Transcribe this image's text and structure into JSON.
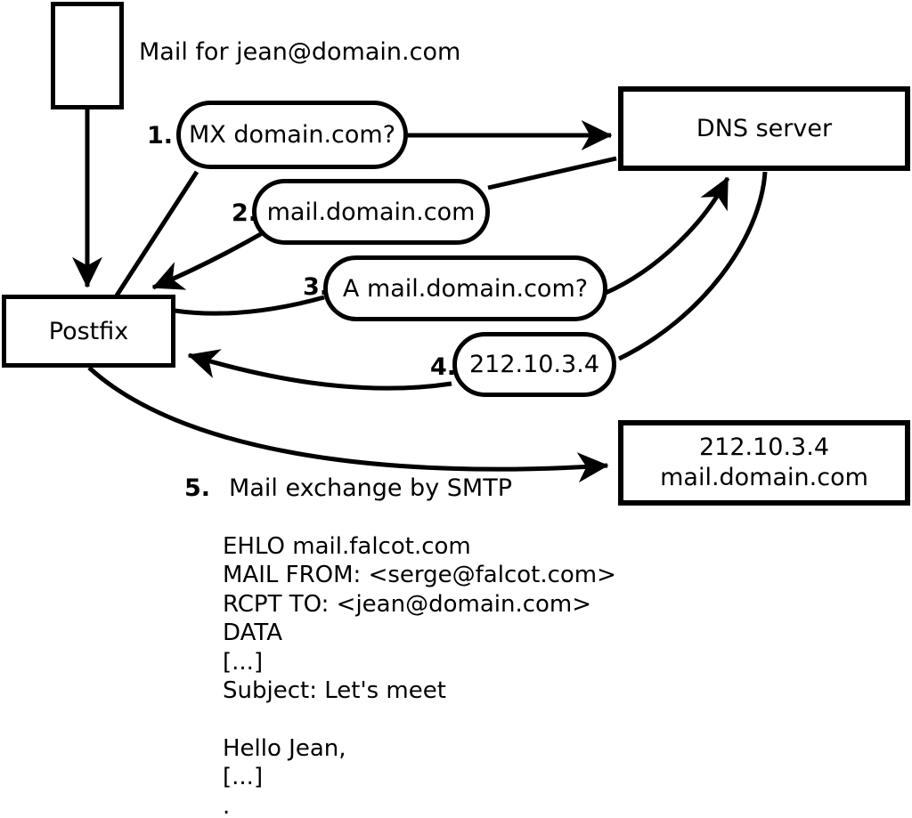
{
  "diagram": {
    "caption": "Mail for jean@domain.com",
    "nodes": {
      "postfix": {
        "label": "Postfix"
      },
      "dns_server": {
        "label": "DNS server"
      },
      "mail_server": {
        "line1": "212.10.3.4",
        "line2": "mail.domain.com"
      }
    },
    "steps": [
      {
        "num": "1.",
        "label": "MX domain.com?"
      },
      {
        "num": "2.",
        "label": "mail.domain.com"
      },
      {
        "num": "3.",
        "label": "A mail.domain.com?"
      },
      {
        "num": "4.",
        "label": "212.10.3.4"
      },
      {
        "num": "5.",
        "label": "Mail exchange by SMTP"
      }
    ],
    "smtp_session": {
      "lines": [
        "EHLO mail.falcot.com",
        "MAIL FROM: <serge@falcot.com>",
        "RCPT TO: <jean@domain.com>",
        "DATA",
        "[...]",
        "Subject: Let's meet",
        "",
        "Hello Jean,",
        "[...]",
        "."
      ]
    },
    "colors": {
      "stroke": "#000000",
      "background": "#ffffff"
    }
  }
}
